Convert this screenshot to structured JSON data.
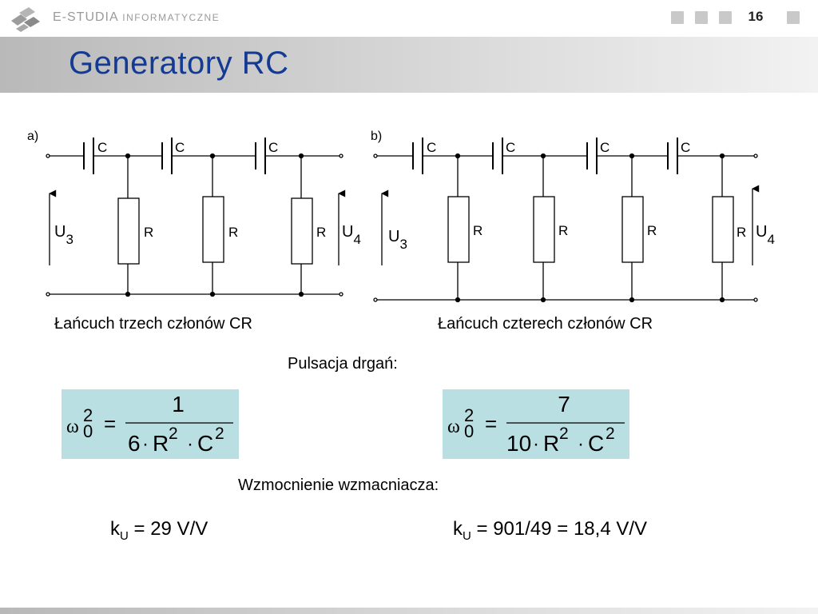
{
  "header": {
    "brand_main": "E-STUDIA",
    "brand_sub": "INFORMATYCZNE",
    "page_number": "16"
  },
  "title": "Generatory RC",
  "diagram_a": {
    "label": "a)",
    "capacitor_label": "C",
    "resistor_label": "R",
    "input_voltage": {
      "main": "U",
      "sub": "3"
    },
    "output_voltage": {
      "main": "U",
      "sub": "4"
    },
    "caption": "Łańcuch trzech członów CR"
  },
  "diagram_b": {
    "label": "b)",
    "capacitor_label": "C",
    "resistor_label": "R",
    "input_voltage": {
      "main": "U",
      "sub": "3"
    },
    "output_voltage": {
      "main": "U",
      "sub": "4"
    },
    "caption": "Łańcuch czterech członów CR"
  },
  "oscillation_heading": "Pulsacja drgań:",
  "formula_a": {
    "lhs_symbol": "ω",
    "lhs_sup": "2",
    "lhs_sub": "0",
    "equals": "=",
    "numerator": "1",
    "den_coeff": "6",
    "dot": "·",
    "den_R": "R",
    "den_C": "C",
    "den_exp": "2"
  },
  "formula_b": {
    "lhs_symbol": "ω",
    "lhs_sup": "2",
    "lhs_sub": "0",
    "equals": "=",
    "numerator": "7",
    "den_coeff": "10",
    "dot": "·",
    "den_R": "R",
    "den_C": "C",
    "den_exp": "2"
  },
  "gain_heading": "Wzmocnienie wzmacniacza:",
  "gain_a": {
    "k": "k",
    "sub": "U",
    "rest": " = 29 V/V"
  },
  "gain_b": {
    "k": "k",
    "sub": "U",
    "rest": " = 901/49 = 18,4 V/V"
  },
  "colors": {
    "title": "#133a94",
    "formula_bg": "#b9dfe3",
    "wire": "#000000"
  }
}
